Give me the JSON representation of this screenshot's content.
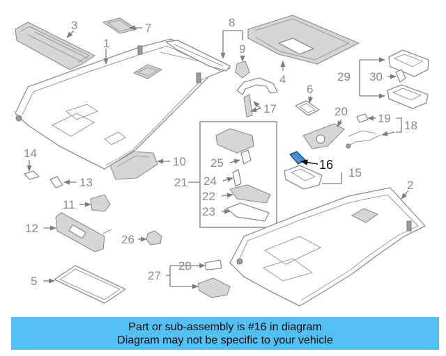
{
  "diagram": {
    "callouts": [
      "1",
      "2",
      "3",
      "4",
      "5",
      "6",
      "7",
      "8",
      "9",
      "10",
      "11",
      "12",
      "13",
      "14",
      "15",
      "16",
      "17",
      "18",
      "19",
      "20",
      "21",
      "22",
      "23",
      "24",
      "25",
      "26",
      "27",
      "28",
      "29",
      "30"
    ],
    "highlighted_callout": "16",
    "colors": {
      "highlight": "#3a8fd6",
      "line": "#8c8c8c",
      "banner": "#52c0f2"
    }
  },
  "banner": {
    "line1": "Part or sub-assembly is #16 in diagram",
    "line2": "Diagram may not be specific to your vehicle"
  }
}
